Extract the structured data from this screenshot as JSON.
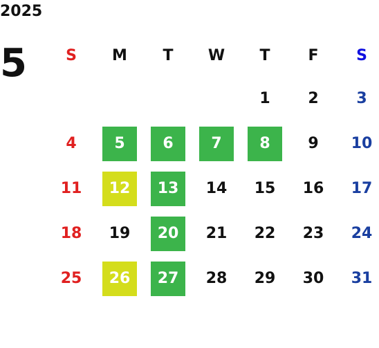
{
  "calendar": {
    "year": "2025",
    "month": "5",
    "weekday_headers": [
      "S",
      "M",
      "T",
      "W",
      "T",
      "F",
      "S"
    ],
    "colors": {
      "sunday": "#e02020",
      "saturday": "#1a3fa0",
      "saturday_header": "#1010e0",
      "weekday": "#111111",
      "highlight_green": "#3cb44b",
      "highlight_yellow": "#d4dd1c",
      "highlight_text": "#ffffff"
    },
    "weeks": [
      [
        {
          "day": "",
          "highlight": ""
        },
        {
          "day": "",
          "highlight": ""
        },
        {
          "day": "",
          "highlight": ""
        },
        {
          "day": "",
          "highlight": ""
        },
        {
          "day": "1",
          "highlight": ""
        },
        {
          "day": "2",
          "highlight": ""
        },
        {
          "day": "3",
          "highlight": ""
        }
      ],
      [
        {
          "day": "4",
          "highlight": ""
        },
        {
          "day": "5",
          "highlight": "green"
        },
        {
          "day": "6",
          "highlight": "green"
        },
        {
          "day": "7",
          "highlight": "green"
        },
        {
          "day": "8",
          "highlight": "green"
        },
        {
          "day": "9",
          "highlight": ""
        },
        {
          "day": "10",
          "highlight": ""
        }
      ],
      [
        {
          "day": "11",
          "highlight": ""
        },
        {
          "day": "12",
          "highlight": "yellow"
        },
        {
          "day": "13",
          "highlight": "green"
        },
        {
          "day": "14",
          "highlight": ""
        },
        {
          "day": "15",
          "highlight": ""
        },
        {
          "day": "16",
          "highlight": ""
        },
        {
          "day": "17",
          "highlight": ""
        }
      ],
      [
        {
          "day": "18",
          "highlight": ""
        },
        {
          "day": "19",
          "highlight": ""
        },
        {
          "day": "20",
          "highlight": "green"
        },
        {
          "day": "21",
          "highlight": ""
        },
        {
          "day": "22",
          "highlight": ""
        },
        {
          "day": "23",
          "highlight": ""
        },
        {
          "day": "24",
          "highlight": ""
        }
      ],
      [
        {
          "day": "25",
          "highlight": ""
        },
        {
          "day": "26",
          "highlight": "yellow"
        },
        {
          "day": "27",
          "highlight": "green"
        },
        {
          "day": "28",
          "highlight": ""
        },
        {
          "day": "29",
          "highlight": ""
        },
        {
          "day": "30",
          "highlight": ""
        },
        {
          "day": "31",
          "highlight": ""
        }
      ]
    ]
  }
}
